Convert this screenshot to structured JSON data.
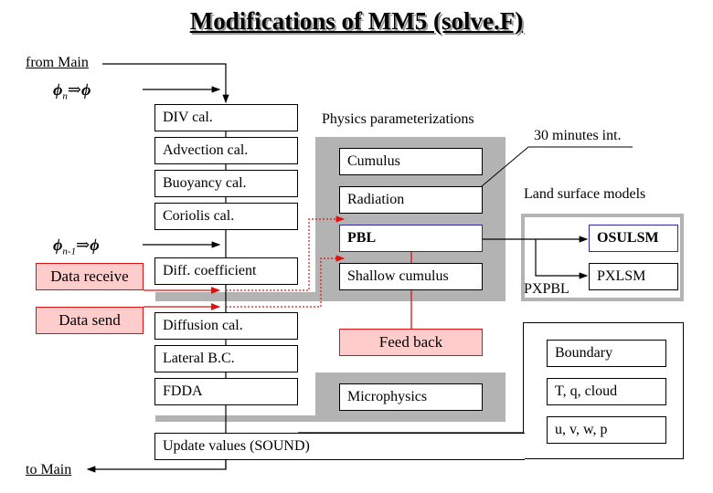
{
  "title": "Modifications of MM5 (solve.F)",
  "flow": {
    "from_main": "from Main",
    "to_main": "to Main",
    "phi_n": {
      "symbol": "ϕ",
      "subscript": "n",
      "arrow": "⇒",
      "target": "ϕ"
    },
    "phi_n1": {
      "symbol": "ϕ",
      "subscript": "n-1",
      "arrow": "⇒",
      "target": "ϕ"
    }
  },
  "solver_steps": [
    "DIV cal.",
    "Advection cal.",
    "Buoyancy cal.",
    "Coriolis cal.",
    "Diff. coefficient",
    "Diffusion cal.",
    "Lateral B.C.",
    "FDDA",
    "Update values (SOUND)"
  ],
  "coupling": {
    "data_receive": "Data receive",
    "data_send": "Data send",
    "feed_back": "Feed back"
  },
  "physics": {
    "heading": "Physics parameterizations",
    "items": [
      "Cumulus",
      "Radiation",
      "PBL",
      "Shallow cumulus"
    ],
    "microphysics": "Microphysics",
    "radiation_note": "30 minutes int."
  },
  "land_surface": {
    "heading": "Land surface models",
    "items": [
      "OSULSM",
      "PXLSM"
    ],
    "pxpbl_label": "PXPBL"
  },
  "update_targets": [
    "Boundary",
    "T, q, cloud",
    "u, v, w, p"
  ],
  "colors": {
    "highlight_red": "#e01010",
    "highlight_fill": "#ffcccc",
    "pbl_border": "#2a2aa8",
    "physics_gray": "#b3b3b3"
  }
}
